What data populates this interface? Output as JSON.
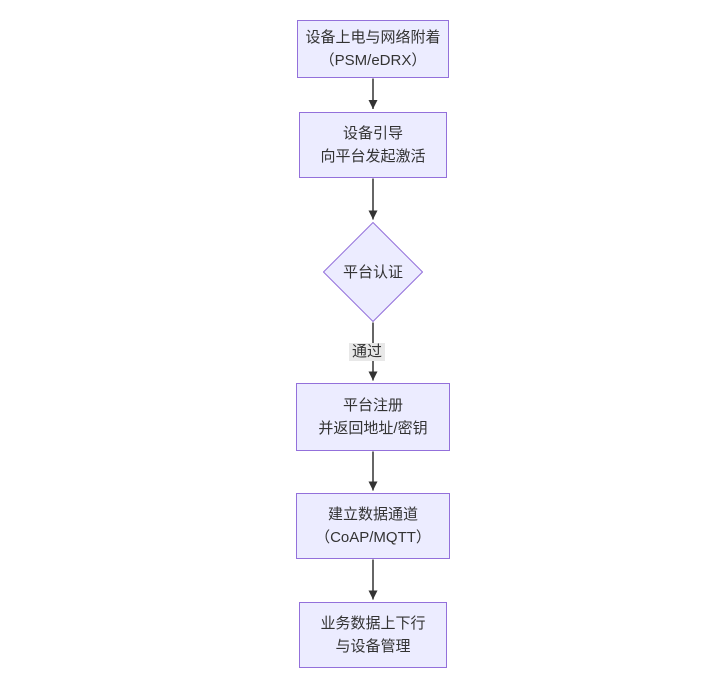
{
  "theme": {
    "canvas_bg": "#ffffff",
    "node_fill": "#ececff",
    "node_border": "#9370db",
    "node_text": "#333333",
    "line_color": "#333333",
    "edge_label_bg": "#e8e8e8"
  },
  "flowchart": {
    "type": "flowchart-top-down",
    "nodes": [
      {
        "id": "power-attach",
        "shape": "rect",
        "lines": [
          "设备上电与网络附着",
          "（PSM/eDRX）"
        ]
      },
      {
        "id": "bootstrap",
        "shape": "rect",
        "lines": [
          "设备引导",
          "向平台发起激活"
        ]
      },
      {
        "id": "platform-auth",
        "shape": "diamond",
        "lines": [
          "平台认证"
        ]
      },
      {
        "id": "register",
        "shape": "rect",
        "lines": [
          "平台注册",
          "并返回地址/密钥"
        ]
      },
      {
        "id": "data-channel",
        "shape": "rect",
        "lines": [
          "建立数据通道",
          "（CoAP/MQTT）"
        ]
      },
      {
        "id": "business-data",
        "shape": "rect",
        "lines": [
          "业务数据上下行",
          "与设备管理"
        ]
      }
    ],
    "edges": [
      {
        "from": "power-attach",
        "to": "bootstrap",
        "label": ""
      },
      {
        "from": "bootstrap",
        "to": "platform-auth",
        "label": ""
      },
      {
        "from": "platform-auth",
        "to": "register",
        "label": "通过"
      },
      {
        "from": "register",
        "to": "data-channel",
        "label": ""
      },
      {
        "from": "data-channel",
        "to": "business-data",
        "label": ""
      }
    ]
  }
}
